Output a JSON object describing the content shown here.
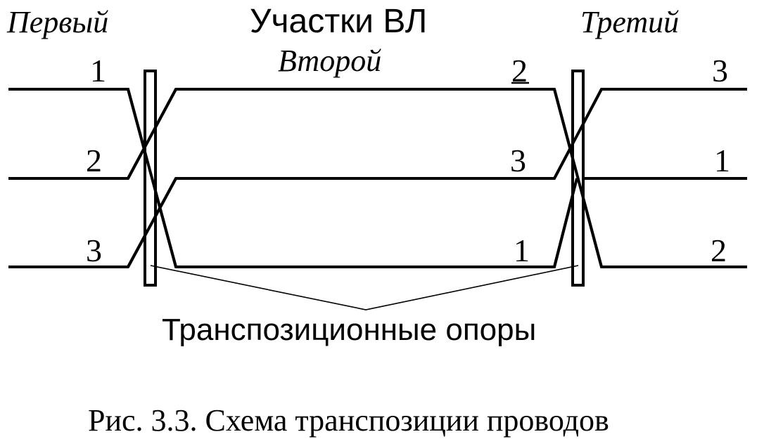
{
  "section_labels": {
    "first": "Первый",
    "header": "Участки ВЛ",
    "second": "Второй",
    "third": "Третий"
  },
  "wire_numbers": {
    "first": [
      "1",
      "2",
      "3"
    ],
    "second": [
      "2",
      "3",
      "1"
    ],
    "third": [
      "3",
      "1",
      "2"
    ]
  },
  "poles_label": "Транспозиционные опоры",
  "caption": "Рис. 3.3. Схема транспозиции проводов"
}
